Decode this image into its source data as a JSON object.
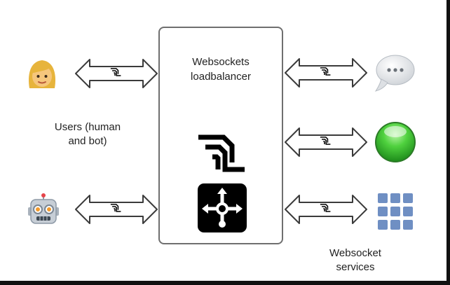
{
  "balancer": {
    "title_line1": "Websockets",
    "title_line2": "loadbalancer"
  },
  "users": {
    "label_line1": "Users (human",
    "label_line2": "and bot)",
    "human_icon": "woman-face-emoji-icon",
    "bot_icon": "robot-face-emoji-icon"
  },
  "services": {
    "label_line1": "Websocket",
    "label_line2": "services",
    "chat_icon": "speech-bubble-icon",
    "status_icon": "green-circle-icon",
    "grid_icon": "app-grid-icon"
  },
  "colors": {
    "arrow_stroke": "#3b3b3b",
    "grid_blue": "#6f8fc3",
    "green": "#3fbf3f",
    "router_bg": "#000000"
  }
}
